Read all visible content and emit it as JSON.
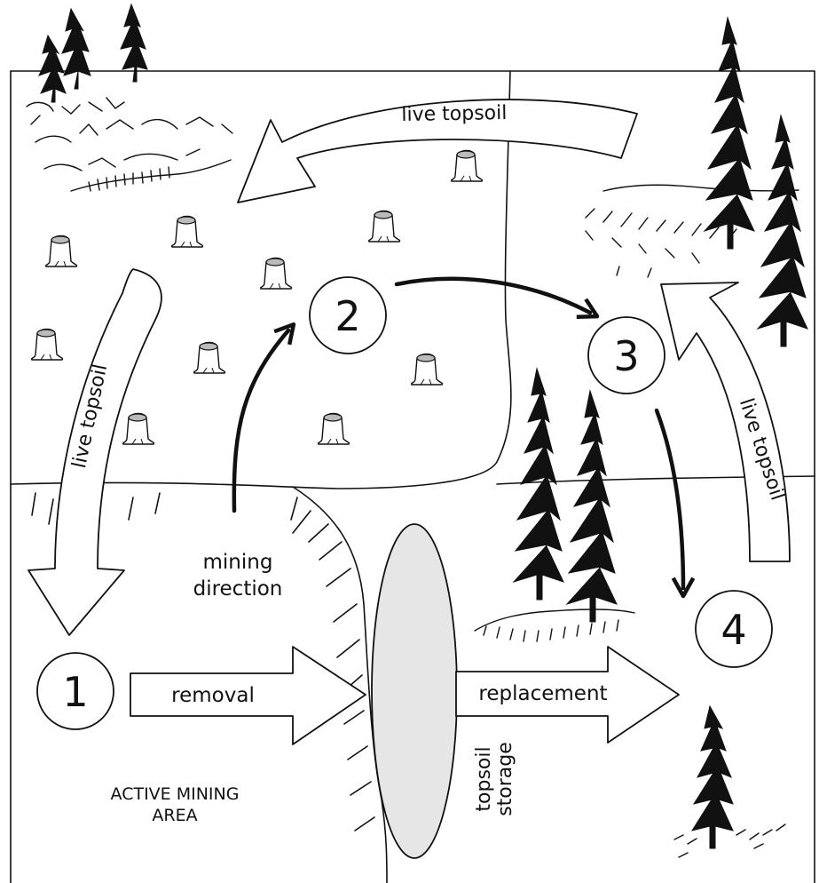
{
  "labels": {
    "live_topsoil_top": "live topsoil",
    "live_topsoil_left": "live topsoil",
    "live_topsoil_right": "live topsoil",
    "mining_direction_line1": "mining",
    "mining_direction_line2": "direction",
    "removal": "removal",
    "replacement": "replacement",
    "topsoil_storage_line1": "topsoil",
    "topsoil_storage_line2": "storage",
    "active_mining_area_line1": "ACTIVE MINING",
    "active_mining_area_line2": "AREA"
  },
  "stages": {
    "s1": "1",
    "s2": "2",
    "s3": "3",
    "s4": "4"
  }
}
